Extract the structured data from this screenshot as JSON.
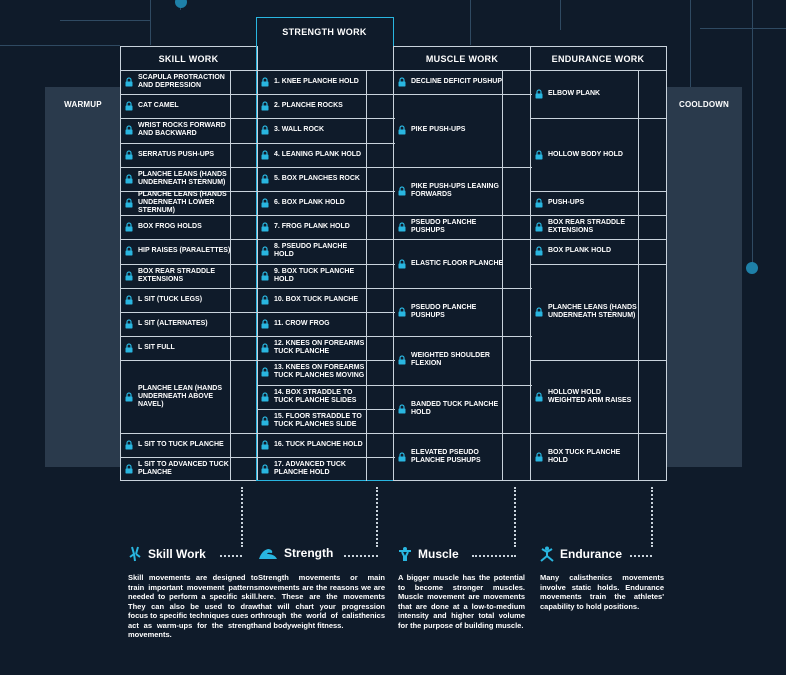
{
  "sides": {
    "warmup": "WARMUP",
    "cooldown": "COOLDOWN"
  },
  "headers": {
    "skill": "SKILL WORK",
    "strength": "STRENGTH WORK",
    "muscle": "MUSCLE WORK",
    "endurance": "ENDURANCE WORK"
  },
  "skill": [
    "SCAPULA PROTRACTION AND DEPRESSION",
    "CAT CAMEL",
    "WRIST ROCKS FORWARD AND BACKWARD",
    "SERRATUS PUSH-UPS",
    "PLANCHE LEANS (HANDS UNDERNEATH STERNUM)",
    "PLANCHE LEANS (HANDS UNDERNEATH LOWER STERNUM)",
    "BOX FROG HOLDS",
    "HIP RAISES (PARALETTES)",
    "BOX REAR STRADDLE EXTENSIONS",
    "L SIT (TUCK LEGS)",
    "L SIT (ALTERNATES)",
    "L SIT FULL",
    "PLANCHE LEAN (HANDS UNDERNEATH ABOVE NAVEL)",
    "L SIT TO TUCK PLANCHE",
    "L SIT TO ADVANCED TUCK PLANCHE"
  ],
  "strength": [
    "1. KNEE PLANCHE HOLD",
    "2. PLANCHE ROCKS",
    "3. WALL ROCK",
    "4. LEANING PLANK HOLD",
    "5. BOX PLANCHES ROCK",
    "6. BOX PLANK HOLD",
    "7. FROG PLANK HOLD",
    "8. PSEUDO PLANCHE HOLD",
    "9. BOX TUCK PLANCHE HOLD",
    "10. BOX TUCK PLANCHE",
    "11. CROW FROG",
    "12. KNEES ON FOREARMS TUCK PLANCHE",
    "13. KNEES ON FOREARMS TUCK PLANCHES MOVING",
    "14. BOX STRADDLE TO TUCK PLANCHE SLIDES",
    "15. FLOOR STRADDLE TO TUCK PLANCHES SLIDE",
    "16. TUCK PLANCHE HOLD",
    "17. ADVANCED TUCK PLANCHE HOLD"
  ],
  "muscle": [
    "DECLINE DEFICIT PUSHUP",
    "PIKE PUSH-UPS",
    "PIKE PUSH-UPS LEANING FORWARDS",
    "PSEUDO PLANCHE PUSHUPS",
    "ELASTIC FLOOR PLANCHE",
    "PSEUDO PLANCHE PUSHUPS",
    "WEIGHTED SHOULDER FLEXION",
    "BANDED TUCK PLANCHE HOLD",
    "ELEVATED PSEUDO PLANCHE PUSHUPS"
  ],
  "endurance": [
    "ELBOW PLANK",
    "HOLLOW BODY HOLD",
    "PUSH-UPS",
    "BOX REAR STRADDLE EXTENSIONS",
    "BOX PLANK HOLD",
    "PLANCHE LEANS (HANDS UNDERNEATH STERNUM)",
    "HOLLOW HOLD WEIGHTED ARM RAISES",
    "BOX TUCK PLANCHE HOLD"
  ],
  "descriptions": {
    "skill": {
      "title": "Skill Work",
      "text": "Skill movements are designed to train important movement patterns needed to perform a specific skill. They can also be used to draw focus to specific techniques cues or act as warm-ups for the strength movements."
    },
    "strength": {
      "title": "Strength",
      "text": "Strength movements or main movements are the reasons we are here. These are the movements that will chart your progression through the world of calisthenics and bodyweight fitness."
    },
    "muscle": {
      "title": "Muscle",
      "text": "A bigger muscle has the potential to become stronger muscles. Muscle movement are movements that are done at a low-to-medium intensity and higher total volume for the purpose of building muscle."
    },
    "endurance": {
      "title": "Endurance",
      "text": "Many calisthenics movements involve static holds. Endurance movements train the athletes' capability to hold positions."
    }
  },
  "colors": {
    "accent": "#29b6e0",
    "line": "#c9d3dc",
    "bg": "#0f1b2a",
    "panel": "#2a3a4c"
  }
}
